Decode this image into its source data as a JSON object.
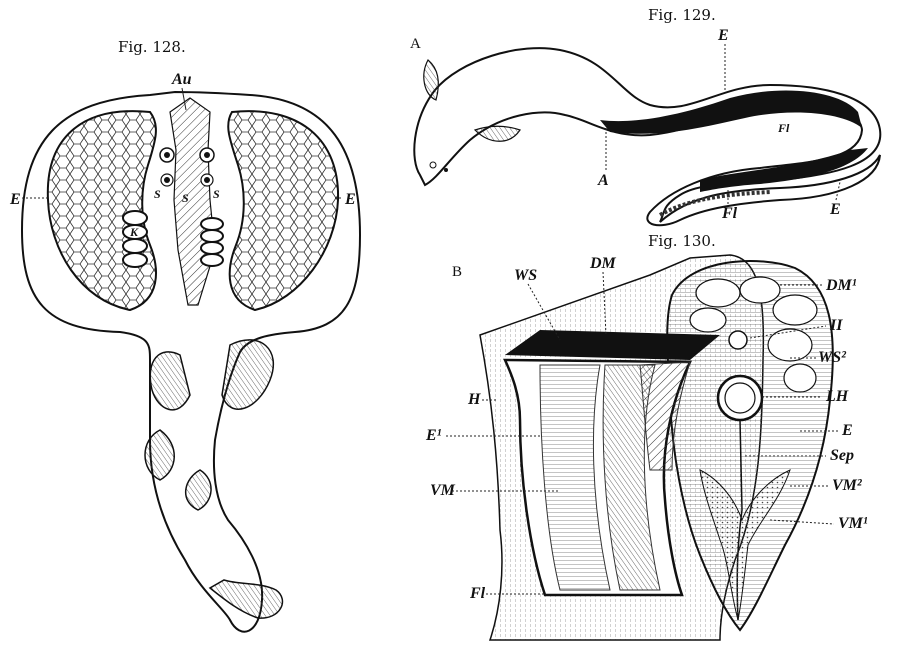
{
  "fig128": {
    "caption": "Fig. 128.",
    "labels": {
      "au": "Au",
      "e_left": "E",
      "e_right": "E",
      "s_left": "S",
      "s_mid": "S",
      "s_right": "S",
      "k": "K"
    }
  },
  "fig129": {
    "caption": "Fig. 129.",
    "panel": "A",
    "labels": {
      "e_top": "E",
      "fl_top": "Fl",
      "a": "A",
      "fl_bottom": "Fl",
      "e_bottom": "E"
    }
  },
  "fig130": {
    "caption": "Fig. 130.",
    "panel": "B",
    "labels": {
      "ws": "WS",
      "dm": "DM",
      "dm1": "DM¹",
      "ii": "II",
      "ws2": "WS²",
      "lh": "LH",
      "h": "H",
      "e1": "E¹",
      "e": "E",
      "sep": "Sep",
      "vm": "VM",
      "vm2": "VM²",
      "vm1": "VM¹",
      "fl": "Fl"
    }
  },
  "colors": {
    "ink": "#111111",
    "paper": "#ffffff"
  }
}
